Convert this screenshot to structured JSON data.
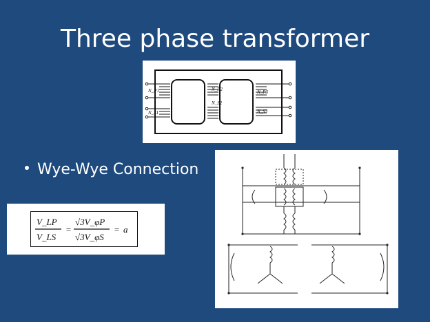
{
  "slide": {
    "title": "Three phase transformer",
    "bullet": "Wye-Wye Connection"
  },
  "core_diagram": {
    "labels": [
      "N_P1",
      "N_S1",
      "N_P2",
      "N_S2",
      "N_P3",
      "N_S3"
    ]
  },
  "equation": {
    "lhs_num": "V_LP",
    "lhs_den": "V_LS",
    "rhs_num": "√3V_φP",
    "rhs_den": "√3V_φS",
    "equals": "=",
    "result": "a"
  },
  "colors": {
    "background": "#1e4a7e",
    "panel": "#ffffff",
    "ink": "#111111",
    "text": "#ffffff"
  }
}
